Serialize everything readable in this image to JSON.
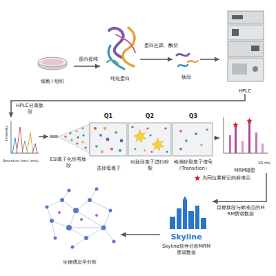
{
  "diagram": {
    "nodes": [
      {
        "text": [
          "细胞 / 组织"
        ]
      },
      {
        "text": [
          "纯化蛋白"
        ]
      },
      {
        "text": [
          "肽段"
        ]
      },
      {
        "text": [
          "HPLC"
        ]
      },
      {
        "text": [
          "Intensity",
          "Retention time (min)"
        ]
      },
      {
        "text": [
          "ESI离子化所有肽段"
        ]
      },
      {
        "text": [
          "Q1",
          "选择母离子"
        ]
      },
      {
        "text": [
          "Q2",
          "对肽段离子进行碎裂"
        ]
      },
      {
        "text": [
          "Q3",
          "检测碎裂离子信号（Transition）"
        ]
      },
      {
        "text": [
          "10 ms",
          "MRM谱图"
        ]
      },
      {
        "text": [
          "Skyline",
          "Skyline软件分析MRM质谱数据"
        ]
      },
      {
        "text": [
          "生物信息学分析"
        ]
      }
    ],
    "edges": [
      {
        "from": 0,
        "to": 1,
        "arrow": "to",
        "label": "蛋白提纯"
      },
      {
        "from": 1,
        "to": 2,
        "arrow": "to",
        "label": "蛋白还原、酶切"
      },
      {
        "from": 2,
        "to": 3,
        "arrow": "to"
      },
      {
        "from": 3,
        "to": 4,
        "arrow": "to",
        "label": "HPLC分离肽段"
      },
      {
        "from": 4,
        "to": 5,
        "arrow": "to"
      },
      {
        "from": 8,
        "to": 9,
        "arrow": "to"
      },
      {
        "from": 9,
        "to": 10,
        "arrow": "to",
        "label": "目标肽段与标准品的MRM质谱数据"
      },
      {
        "from": 10,
        "to": 11,
        "arrow": "to"
      }
    ],
    "labels": [
      "为同位素标记的标准品"
    ]
  }
}
